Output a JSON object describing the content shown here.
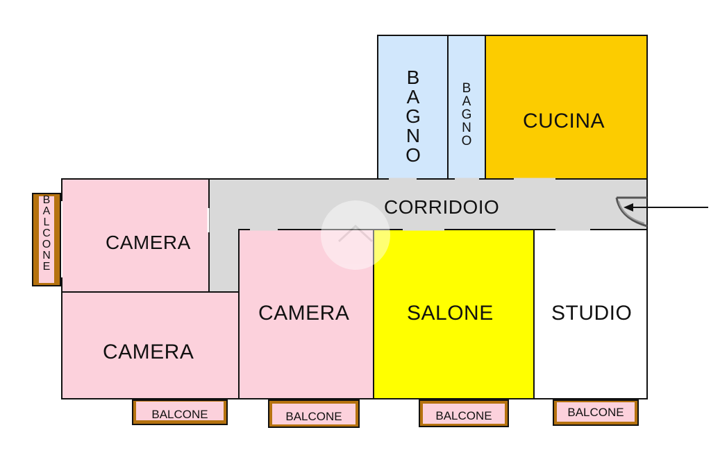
{
  "rooms": {
    "bagno_large": "BAGNO",
    "bagno_small": "BAGNO",
    "cucina": "CUCINA",
    "corridoio": "CORRIDOIO",
    "camera_top_left": "CAMERA",
    "camera_bottom_left": "CAMERA",
    "camera_center": "CAMERA",
    "salone": "SALONE",
    "studio": "STUDIO"
  },
  "balconies": {
    "left": "BALCONE",
    "bottom_1": "BALCONE",
    "bottom_2": "BALCONE",
    "bottom_3": "BALCONE",
    "bottom_4": "BALCONE"
  },
  "colors": {
    "camera": "#fcd1dc",
    "bagno": "#d1e7fc",
    "cucina": "#fccc00",
    "salone": "#ffff00",
    "corridoio": "#d9d9d9",
    "studio": "#ffffff",
    "balcone": "#b5720f",
    "wall": "#111111"
  },
  "icons": {
    "entrance": "entrance-arrow-icon",
    "door": "door-swing-icon",
    "watermark": "watermark-house-icon"
  }
}
